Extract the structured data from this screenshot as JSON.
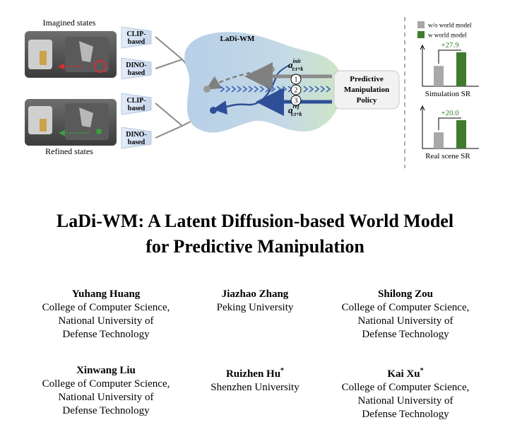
{
  "figure": {
    "imagined_label": "Imagined states",
    "refined_label": "Refined states",
    "encoder_boxes": [
      {
        "line1": "CLIP-",
        "line2": "based"
      },
      {
        "line1": "DINO-",
        "line2": "based"
      },
      {
        "line1": "CLIP-",
        "line2": "based"
      },
      {
        "line1": "DINO-",
        "line2": "based"
      }
    ],
    "model_label": "LaDi-WM",
    "action_init": {
      "base": "a",
      "sup": "init",
      "sub": "t:t+k"
    },
    "action_ref": {
      "base": "a",
      "sup": "ref",
      "sub": "t:t+k"
    },
    "steps": [
      "1",
      "2",
      "3"
    ],
    "policy": {
      "line1": "Predictive",
      "line2": "Manipulation",
      "line3": "Policy"
    },
    "legend": {
      "without": "w/o world model",
      "with": "w world model"
    },
    "results": [
      {
        "gain": "+27.9",
        "label": "Simulation SR",
        "without": 0.6,
        "with": 1.0
      },
      {
        "gain": "+20.0",
        "label": "Real scene SR",
        "without": 0.57,
        "with": 1.0
      }
    ],
    "colors": {
      "without": "#a8a8a8",
      "with": "#3f7a2f",
      "blob_blue": "#b7cfe8",
      "blob_green": "#cfe6c4",
      "arrow_blue": "#2e4f97"
    }
  },
  "title": {
    "line1": "LaDi-WM: A Latent Diffusion-based World Model",
    "line2": "for Predictive Manipulation"
  },
  "authors": [
    {
      "name": "Yuhang Huang",
      "mark": "",
      "aff": [
        "College of Computer Science,",
        "National University of",
        "Defense Technology"
      ]
    },
    {
      "name": "Jiazhao Zhang",
      "mark": "",
      "aff": [
        "Peking University"
      ]
    },
    {
      "name": "Shilong Zou",
      "mark": "",
      "aff": [
        "College of Computer Science,",
        "National University of",
        "Defense Technology"
      ]
    },
    {
      "name": "Xinwang Liu",
      "mark": "",
      "aff": [
        "College of Computer Science,",
        "National University of",
        "Defense Technology"
      ]
    },
    {
      "name": "Ruizhen Hu",
      "mark": "*",
      "aff": [
        "Shenzhen University"
      ]
    },
    {
      "name": "Kai Xu",
      "mark": "*",
      "aff": [
        "College of Computer Science,",
        "National University of",
        "Defense Technology"
      ]
    }
  ]
}
